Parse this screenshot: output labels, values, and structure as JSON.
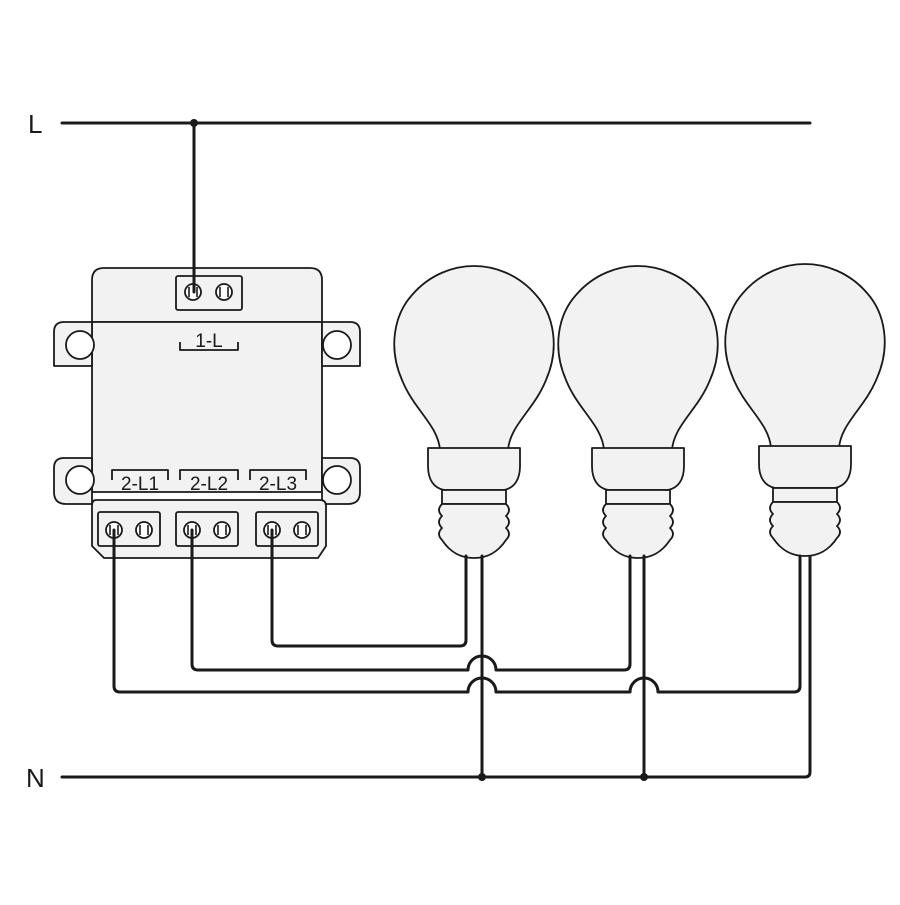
{
  "rails": {
    "line_label": "L",
    "neutral_label": "N"
  },
  "module": {
    "input_terminal_label": "1-L",
    "output_terminal_labels": [
      "2-L1",
      "2-L2",
      "2-L3"
    ]
  },
  "lamp_count": 3
}
